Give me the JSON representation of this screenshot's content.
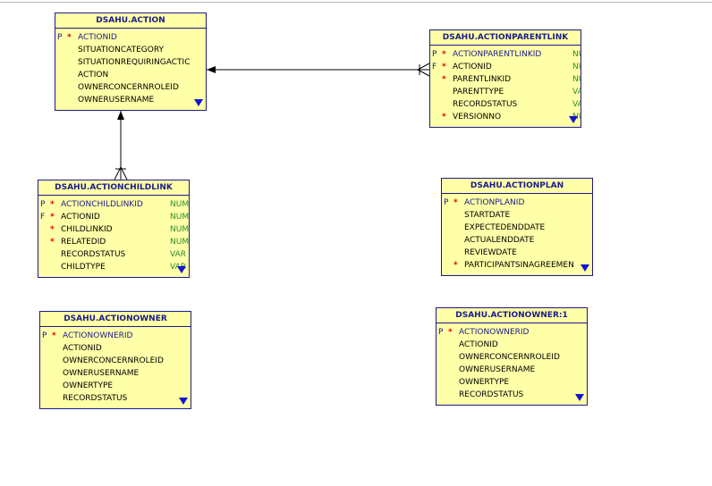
{
  "entities": [
    {
      "id": "action",
      "title": "DSAHU.ACTION",
      "columns": [
        {
          "key": "P",
          "nn": "*",
          "name": "ACTIONID",
          "pk": true,
          "type": ""
        },
        {
          "key": "",
          "nn": "",
          "name": "SITUATIONCATEGORY",
          "type": ""
        },
        {
          "key": "",
          "nn": "",
          "name": "SITUATIONREQUIRINGACTIC",
          "type": ""
        },
        {
          "key": "",
          "nn": "",
          "name": "ACTION",
          "type": ""
        },
        {
          "key": "",
          "nn": "",
          "name": "OWNERCONCERNROLEID",
          "type": ""
        },
        {
          "key": "",
          "nn": "",
          "name": "OWNERUSERNAME",
          "type": ""
        }
      ]
    },
    {
      "id": "actionparentlink",
      "title": "DSAHU.ACTIONPARENTLINK",
      "columns": [
        {
          "key": "P",
          "nn": "*",
          "name": "ACTIONPARENTLINKID",
          "pk": true,
          "type": "NU"
        },
        {
          "key": "F",
          "nn": "*",
          "name": "ACTIONID",
          "type": "NU"
        },
        {
          "key": "",
          "nn": "*",
          "name": "PARENTLINKID",
          "type": "NU"
        },
        {
          "key": "",
          "nn": "",
          "name": "PARENTTYPE",
          "type": "VA"
        },
        {
          "key": "",
          "nn": "",
          "name": "RECORDSTATUS",
          "type": "VA"
        },
        {
          "key": "",
          "nn": "*",
          "name": "VERSIONNO",
          "type": "NU"
        }
      ]
    },
    {
      "id": "actionchildlink",
      "title": "DSAHU.ACTIONCHILDLINK",
      "columns": [
        {
          "key": "P",
          "nn": "*",
          "name": "ACTIONCHILDLINKID",
          "pk": true,
          "type": "NUM"
        },
        {
          "key": "F",
          "nn": "*",
          "name": "ACTIONID",
          "type": "NUM"
        },
        {
          "key": "",
          "nn": "*",
          "name": "CHILDLINKID",
          "type": "NUM"
        },
        {
          "key": "",
          "nn": "*",
          "name": "RELATEDID",
          "type": "NUM"
        },
        {
          "key": "",
          "nn": "",
          "name": "RECORDSTATUS",
          "type": "VAR"
        },
        {
          "key": "",
          "nn": "",
          "name": "CHILDTYPE",
          "type": "VAR"
        }
      ]
    },
    {
      "id": "actionplan",
      "title": "DSAHU.ACTIONPLAN",
      "columns": [
        {
          "key": "P",
          "nn": "*",
          "name": "ACTIONPLANID",
          "pk": true,
          "type": ""
        },
        {
          "key": "",
          "nn": "",
          "name": "STARTDATE",
          "type": ""
        },
        {
          "key": "",
          "nn": "",
          "name": "EXPECTEDENDDATE",
          "type": ""
        },
        {
          "key": "",
          "nn": "",
          "name": "ACTUALENDDATE",
          "type": ""
        },
        {
          "key": "",
          "nn": "",
          "name": "REVIEWDATE",
          "type": ""
        },
        {
          "key": "",
          "nn": "*",
          "name": "PARTICIPANTSINAGREEMEN",
          "type": ""
        }
      ]
    },
    {
      "id": "actionowner",
      "title": "DSAHU.ACTIONOWNER",
      "columns": [
        {
          "key": "P",
          "nn": "*",
          "name": "ACTIONOWNERID",
          "pk": true,
          "type": ""
        },
        {
          "key": "",
          "nn": "",
          "name": "ACTIONID",
          "type": ""
        },
        {
          "key": "",
          "nn": "",
          "name": "OWNERCONCERNROLEID",
          "type": ""
        },
        {
          "key": "",
          "nn": "",
          "name": "OWNERUSERNAME",
          "type": ""
        },
        {
          "key": "",
          "nn": "",
          "name": "OWNERTYPE",
          "type": ""
        },
        {
          "key": "",
          "nn": "",
          "name": "RECORDSTATUS",
          "type": ""
        }
      ]
    },
    {
      "id": "actionowner1",
      "title": "DSAHU.ACTIONOWNER:1",
      "columns": [
        {
          "key": "P",
          "nn": "*",
          "name": "ACTIONOWNERID",
          "pk": true,
          "type": ""
        },
        {
          "key": "",
          "nn": "",
          "name": "ACTIONID",
          "type": ""
        },
        {
          "key": "",
          "nn": "",
          "name": "OWNERCONCERNROLEID",
          "type": ""
        },
        {
          "key": "",
          "nn": "",
          "name": "OWNERUSERNAME",
          "type": ""
        },
        {
          "key": "",
          "nn": "",
          "name": "OWNERTYPE",
          "type": ""
        },
        {
          "key": "",
          "nn": "",
          "name": "RECORDSTATUS",
          "type": ""
        }
      ]
    }
  ],
  "relationships": [
    {
      "from": "actionparentlink",
      "to": "action",
      "cardinality": "one-to-many"
    },
    {
      "from": "actionchildlink",
      "to": "action",
      "cardinality": "one-to-many"
    }
  ],
  "colors": {
    "entity_fill": "#ffffa8",
    "entity_border": "#1a1a8c",
    "not_null_marker": "#e00000",
    "datatype_text": "#2e8b2e",
    "scroll_arrow": "#1414d0"
  }
}
